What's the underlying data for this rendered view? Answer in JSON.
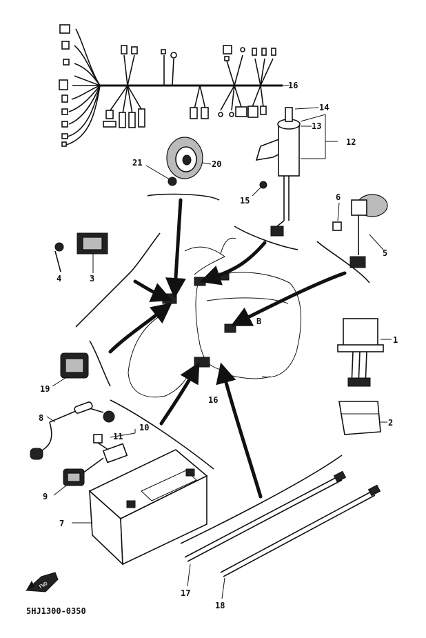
{
  "diagram": {
    "part_labels": {
      "p1": "1",
      "p2": "2",
      "p3": "3",
      "p4": "4",
      "p5": "5",
      "p6": "6",
      "p7": "7",
      "p8": "8",
      "p9": "9",
      "p10": "10",
      "p11": "11",
      "p12": "12",
      "p13": "13",
      "p14": "14",
      "p15": "15",
      "p16a": "16",
      "p16b": "16",
      "p17": "17",
      "p18": "18",
      "p19": "19",
      "p20": "20",
      "p21": "21",
      "pB": "B"
    },
    "catalog_code": "5HJ1300-0350",
    "front_arrow_text": "FWD"
  }
}
